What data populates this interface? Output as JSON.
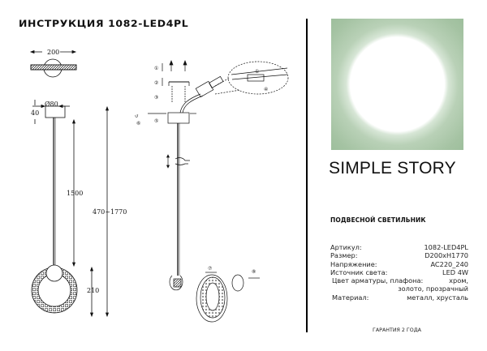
{
  "header": {
    "title": "ИНСТРУКЦИЯ 1082-LED4PL"
  },
  "drawing": {
    "dimensions": {
      "width_top": "200",
      "canopy_diameter": "Ø80",
      "canopy_height": "40",
      "cable_length": "1500",
      "total_height": "470~1770",
      "ring_height": "210"
    },
    "steps": [
      "①",
      "②",
      "③",
      "④",
      "⑤",
      "⑥",
      "⑦",
      "⑧"
    ]
  },
  "brand": {
    "name_bold": "SIMPLE",
    "name_light": "STORY"
  },
  "product": {
    "type": "ПОДВЕСНОЙ СВЕТИЛЬНИК"
  },
  "specs": [
    {
      "label": "Артикул:",
      "value": "1082-LED4PL"
    },
    {
      "label": "Размер:",
      "value": "D200xH1770"
    },
    {
      "label": "Напряжение:",
      "value": "AC220_240"
    },
    {
      "label": "Источник света:",
      "value": "LED 4W"
    },
    {
      "label": "Цвет арматуры, плафона:",
      "value": "хром,"
    },
    {
      "label": "",
      "value": "золото, прозрачный"
    },
    {
      "label": "Материал:",
      "value": "металл, хрусталь"
    }
  ],
  "footer": {
    "warranty": "ГАРАНТИЯ 2 ГОДА"
  },
  "colors": {
    "hero_green": "#9bbd9a",
    "divider": "#000000"
  }
}
